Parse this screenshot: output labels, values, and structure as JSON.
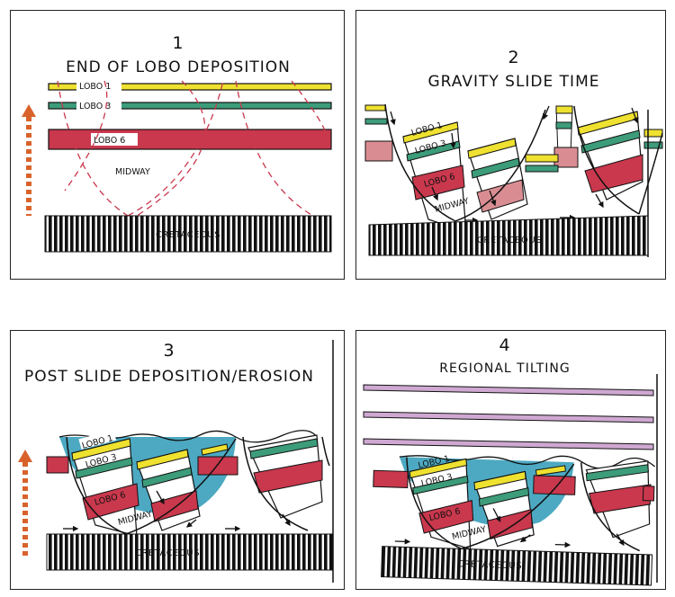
{
  "colors": {
    "yellow": "#efe12f",
    "green": "#3d9c7a",
    "red": "#c9384d",
    "red_faded": "#d98d92",
    "blue": "#4da9c2",
    "orange_arrow": "#d9622b",
    "purple": "#cfa8d2",
    "black": "#111111"
  },
  "panels": [
    {
      "number": "1",
      "title": "END OF LOBO DEPOSITION",
      "labels": {
        "lobo1": "LOBO 1",
        "lobo3": "LOBO 3",
        "lobo6": "LOBO 6",
        "midway": "MIDWAY",
        "cretaceous": "CRETACEOUS"
      },
      "icons": [
        "uplift-arrow-icon"
      ]
    },
    {
      "number": "2",
      "title": "GRAVITY SLIDE TIME",
      "labels": {
        "lobo1": "LOBO 1",
        "lobo3": "LOBO 3",
        "lobo6": "LOBO 6",
        "midway": "MIDWAY",
        "cretaceous": "CRETACEOUS"
      },
      "icons": [
        "slide-arrow-icon"
      ]
    },
    {
      "number": "3",
      "title": "POST SLIDE DEPOSITION/EROSION",
      "labels": {
        "lobo1": "LOBO 1",
        "lobo3": "LOBO 3",
        "lobo6": "LOBO 6",
        "midway": "MIDWAY",
        "cretaceous": "CRETACEOUS"
      },
      "icons": [
        "uplift-arrow-icon",
        "slide-arrow-icon"
      ]
    },
    {
      "number": "4",
      "title": "REGIONAL TILTING",
      "labels": {
        "lobo1": "LOBO 1",
        "lobo3": "LOBO 3",
        "lobo6": "LOBO 6",
        "midway": "MIDWAY",
        "cretaceous": "CRETACEOUS"
      },
      "icons": [
        "slide-arrow-icon"
      ]
    }
  ]
}
